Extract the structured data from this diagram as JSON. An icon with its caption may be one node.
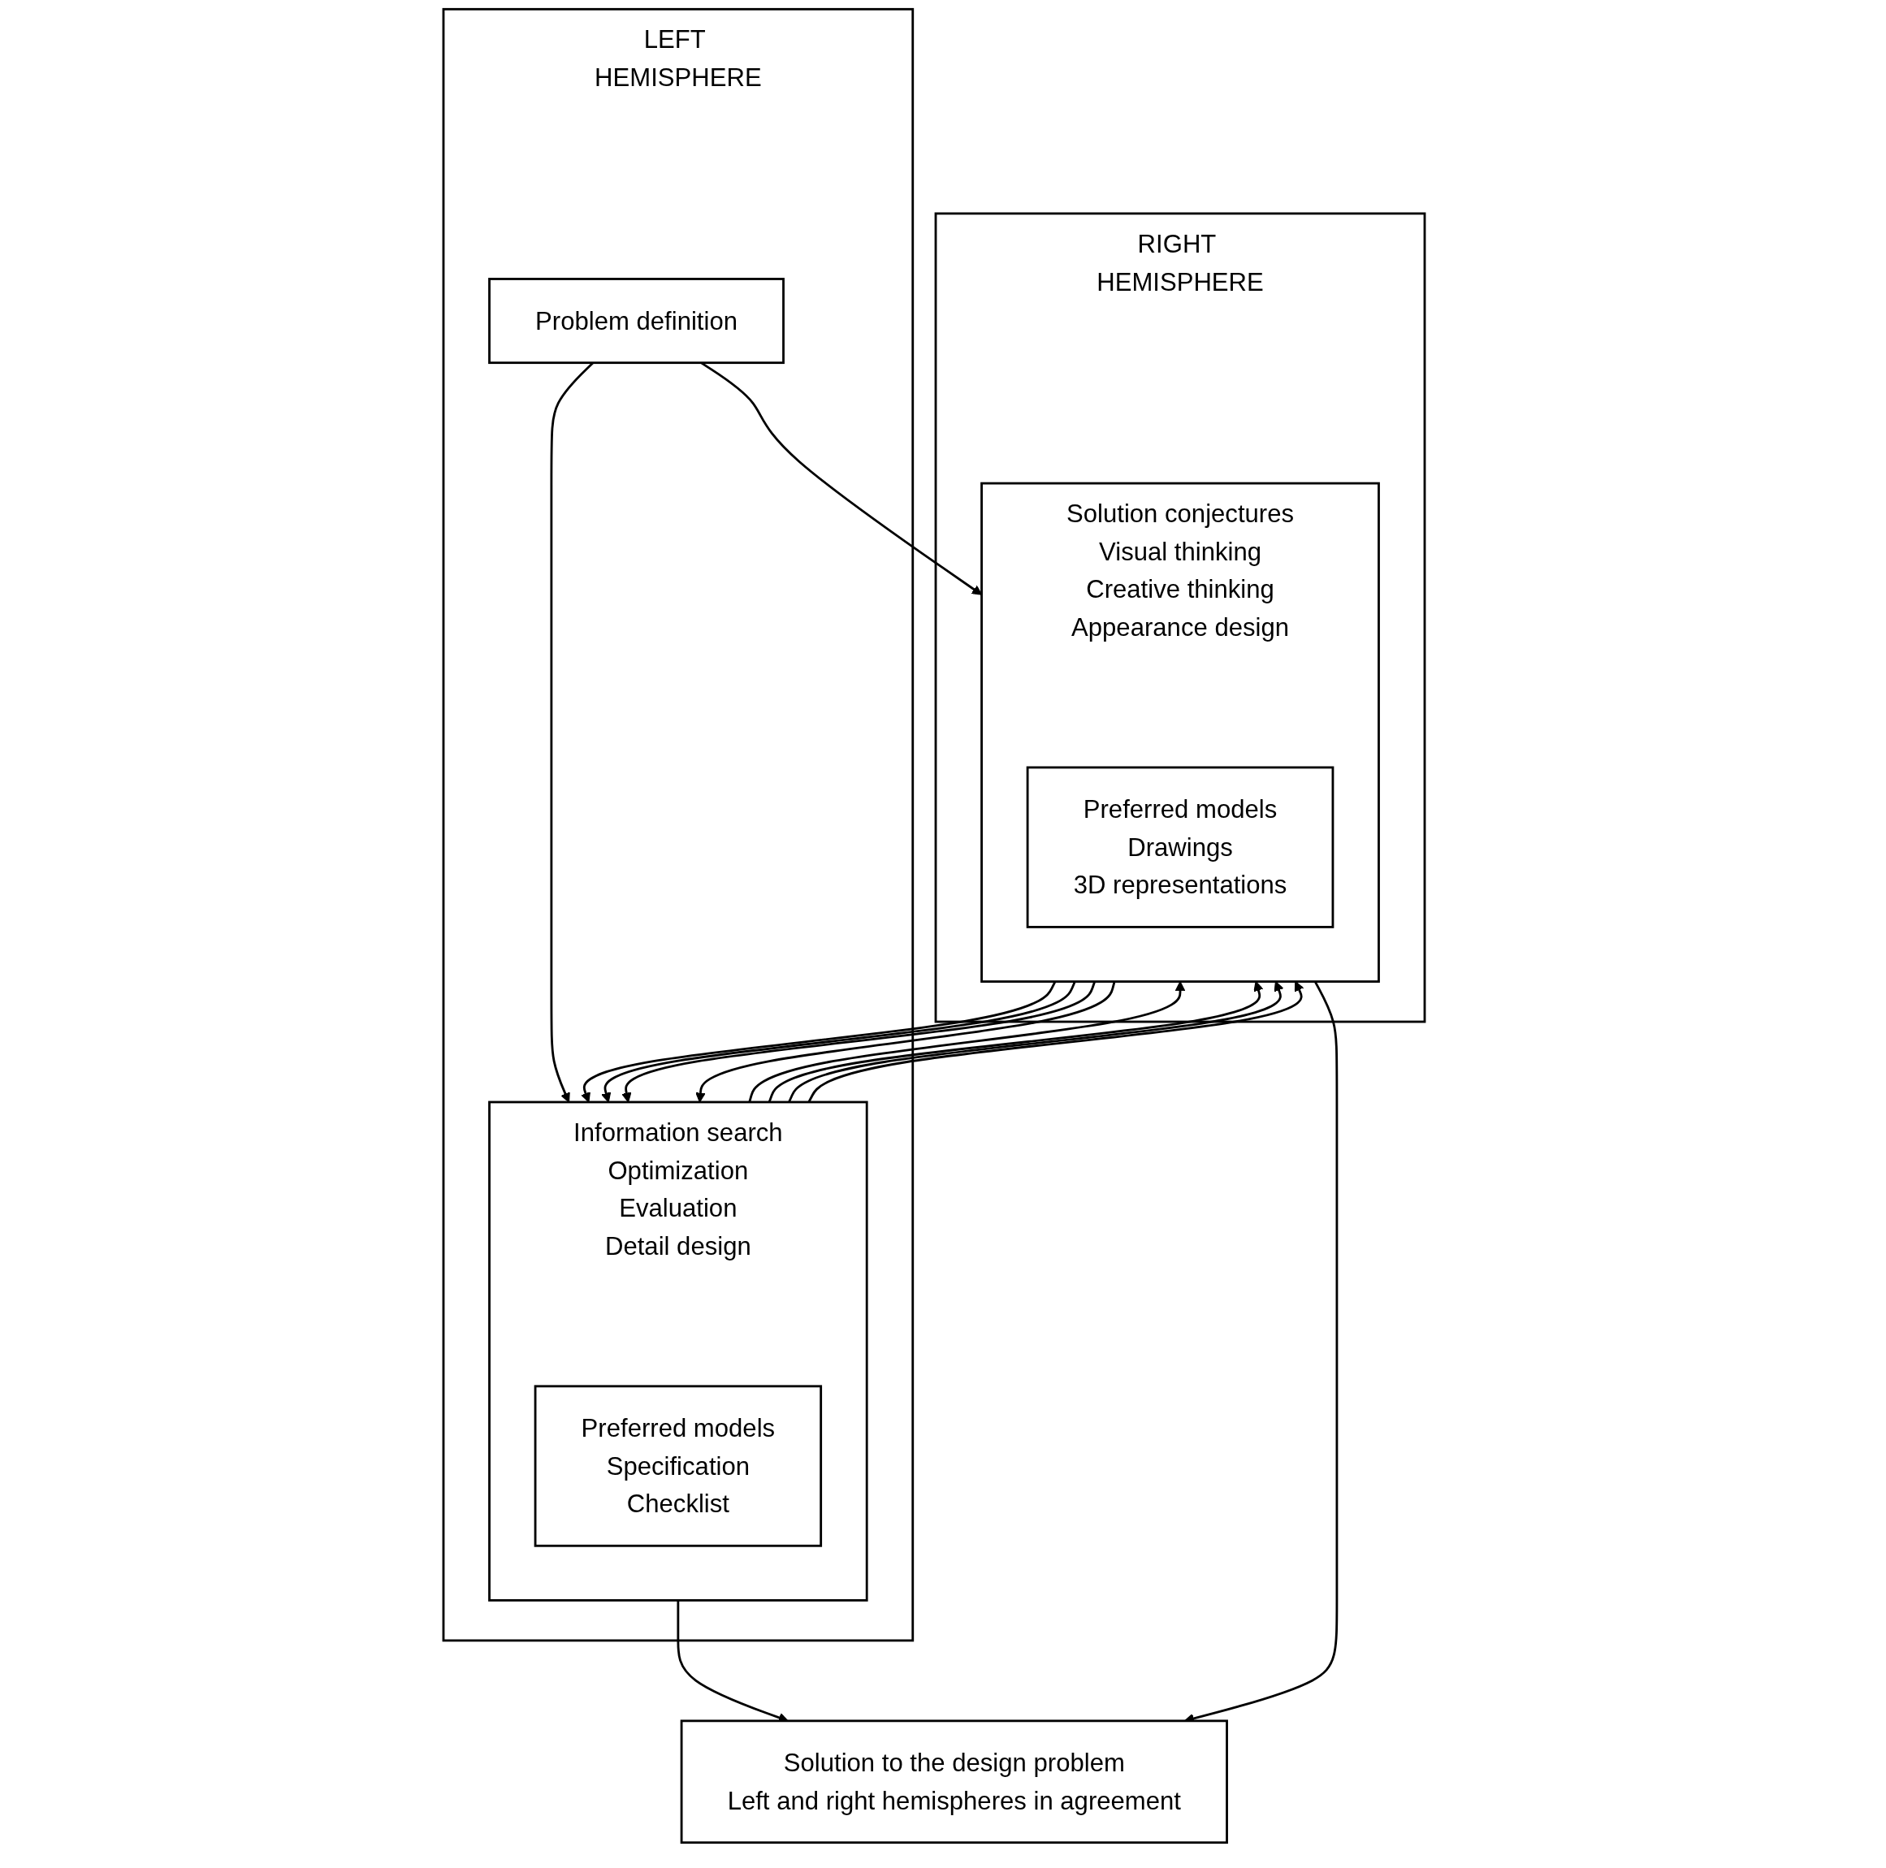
{
  "diagram": {
    "nodes": [
      {
        "text": [
          "LEFT HEMISPHERE"
        ]
      },
      {
        "text": [
          "RIGHT HEMISPHERE"
        ]
      },
      {
        "text": [
          "Problem definition"
        ],
        "in": 0
      },
      {
        "text": [
          "Information search",
          "Optimization",
          "Evaluation",
          "Detail design"
        ],
        "in": 0
      },
      {
        "text": [
          "Preferred models",
          "Specification",
          "Checklist"
        ],
        "in": 3
      },
      {
        "text": [
          "Solution conjectures",
          "Visual thinking",
          "Creative thinking",
          "Appearance design"
        ],
        "in": 1
      },
      {
        "text": [
          "Preferred models",
          "Drawings",
          "3D representations"
        ],
        "in": 5
      },
      {
        "text": [
          "Solution to the design problem",
          "Left and right hemispheres in agreement"
        ]
      }
    ],
    "edges": [
      {
        "from": 2,
        "to": 3,
        "arrow": "to"
      },
      {
        "from": 2,
        "to": 5,
        "arrow": "to"
      },
      {
        "from": 3,
        "to": 5,
        "arrow": "to"
      },
      {
        "from": 5,
        "to": 3,
        "arrow": "to"
      },
      {
        "from": 3,
        "to": 5,
        "arrow": "to"
      },
      {
        "from": 5,
        "to": 3,
        "arrow": "to"
      },
      {
        "from": 3,
        "to": 5,
        "arrow": "to"
      },
      {
        "from": 5,
        "to": 3,
        "arrow": "to"
      },
      {
        "from": 3,
        "to": 5,
        "arrow": "to"
      },
      {
        "from": 5,
        "to": 3,
        "arrow": "to"
      },
      {
        "from": 3,
        "to": 7,
        "arrow": "to"
      },
      {
        "from": 5,
        "to": 7,
        "arrow": "to"
      }
    ]
  }
}
